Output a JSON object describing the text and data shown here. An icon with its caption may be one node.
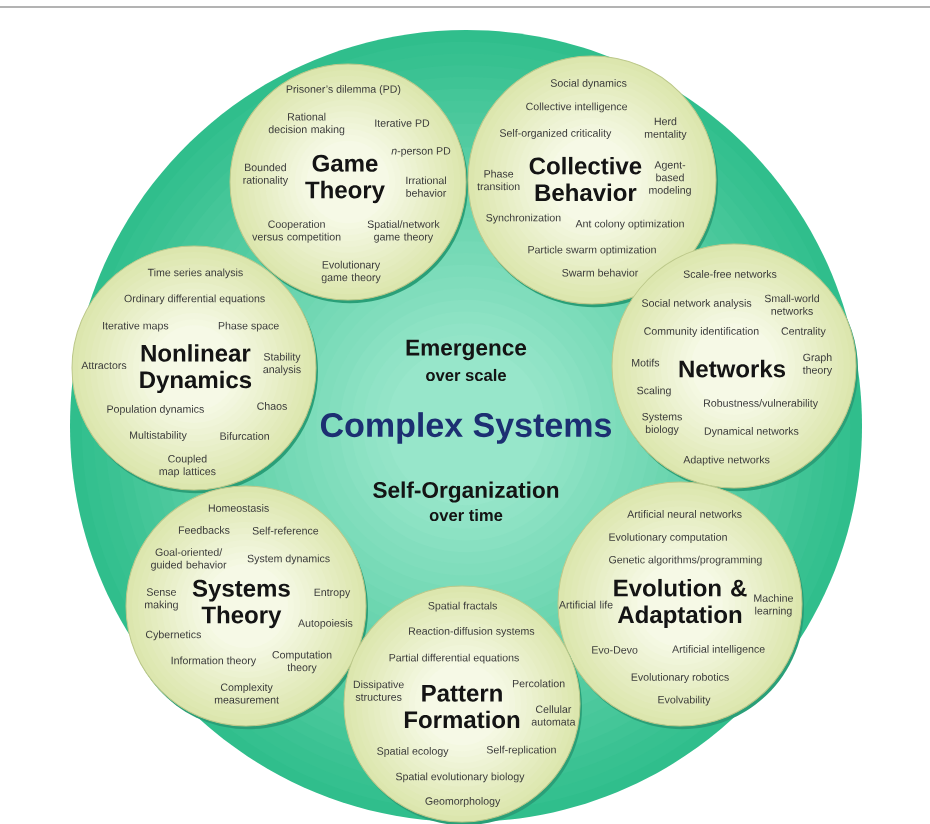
{
  "diagram": {
    "nodes": [
      {
        "text": [
          "Emergence",
          "over scale",
          "Complex Systems",
          "Self-Organization",
          "over time"
        ]
      },
      {
        "text": [
          "Prisoner’s dilemma (PD)",
          "Rational decision making",
          "Iterative PD",
          "*n*-person PD",
          "Bounded rationality",
          "Game Theory",
          "Irrational behavior",
          "Cooperation versus competition",
          "Spatial/network game theory",
          "Evolutionary game theory"
        ],
        "in": 0
      },
      {
        "text": [
          "Social dynamics",
          "Collective intelligence",
          "Self-organized criticality",
          "Herd mentality",
          "Phase transition",
          "Collective Behavior",
          "Agent-based modeling",
          "Synchronization",
          "Ant colony optimization",
          "Particle swarm optimization",
          "Swarm behavior"
        ],
        "in": 0
      },
      {
        "text": [
          "Time series analysis",
          "Ordinary differential equations",
          "Iterative maps",
          "Phase space",
          "Attractors",
          "Nonlinear Dynamics",
          "Stability analysis",
          "Population dynamics",
          "Chaos",
          "Multistability",
          "Bifurcation",
          "Coupled map lattices"
        ],
        "in": 0
      },
      {
        "text": [
          "Scale-free networks",
          "Social network analysis",
          "Small-world networks",
          "Community identification",
          "Centrality",
          "Motifs",
          "Networks",
          "Graph theory",
          "Scaling",
          "Robustness/vulnerability",
          "Systems biology",
          "Dynamical networks",
          "Adaptive networks"
        ],
        "in": 0
      },
      {
        "text": [
          "Homeostasis",
          "Feedbacks",
          "Self-reference",
          "Goal-oriented/ guided behavior",
          "System dynamics",
          "Sense making",
          "Systems Theory",
          "Entropy",
          "Autopoiesis",
          "Cybernetics",
          "Information theory",
          "Computation theory",
          "Complexity measurement"
        ],
        "in": 0
      },
      {
        "text": [
          "Artificial neural networks",
          "Evolutionary computation",
          "Genetic algorithms/programming",
          "Artificial life",
          "Evolution & Adaptation",
          "Machine learning",
          "Evo-Devo",
          "Artificial intelligence",
          "Evolutionary robotics",
          "Evolvability"
        ],
        "in": 0
      },
      {
        "text": [
          "Spatial fractals",
          "Reaction-diffusion systems",
          "Partial differential equations",
          "Dissipative structures",
          "Pattern Formation",
          "Percolation",
          "Cellular automata",
          "Spatial ecology",
          "Self-replication",
          "Spatial evolutionary biology",
          "Geomorphology"
        ],
        "in": 0
      }
    ]
  }
}
